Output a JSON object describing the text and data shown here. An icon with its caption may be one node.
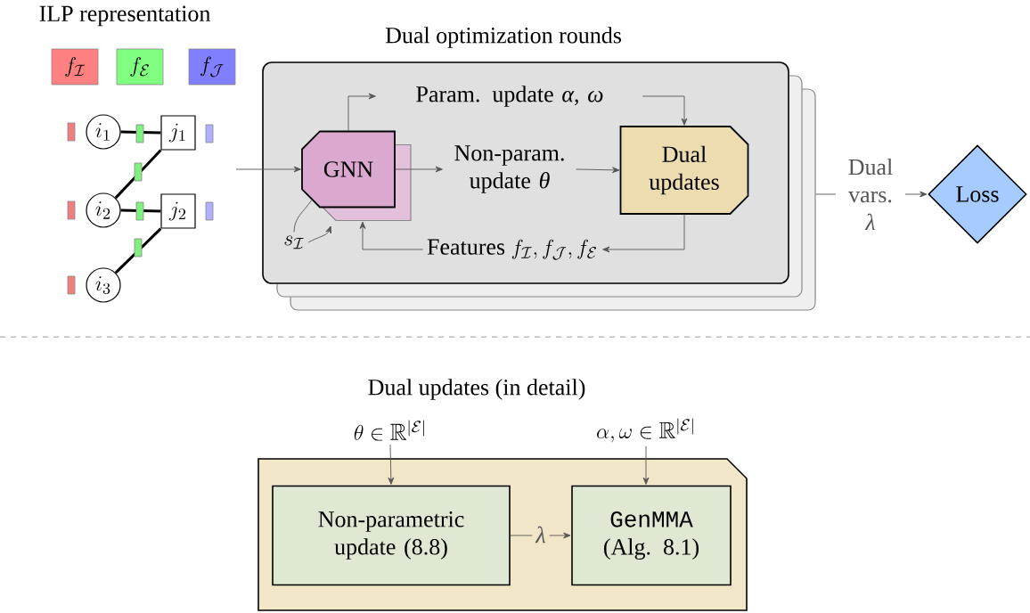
{
  "diagram": {
    "nodes": [
      {
        "text": [
          "f_{\\mathcal{I}}"
        ]
      },
      {
        "text": [
          "f_{\\mathcal{E}}"
        ]
      },
      {
        "text": [
          "f_{\\mathcal{J}}"
        ]
      },
      {
        "text": [
          "i_1"
        ]
      },
      {
        "text": [
          "j_1"
        ]
      },
      {
        "text": [
          "i_2"
        ]
      },
      {
        "text": [
          "j_2"
        ]
      },
      {
        "text": [
          "i_3"
        ]
      },
      {
        "text": [
          "Dual optimization rounds"
        ]
      },
      {
        "text": [
          "GNN"
        ],
        "in": 8
      },
      {
        "text": [
          "Param. update *α*, *ω*"
        ],
        "in": 8
      },
      {
        "text": [
          "Non-param. update *θ*"
        ],
        "in": 8
      },
      {
        "text": [
          "Dual updates"
        ],
        "in": 8
      },
      {
        "text": [
          "Features",
          "f_{\\mathcal{I}}, f_{\\mathcal{J}}, f_{\\mathcal{E}}"
        ],
        "in": 8
      },
      {
        "text": [
          "s_{\\mathcal{I}}"
        ],
        "in": 8
      },
      {
        "text": [
          "Loss"
        ]
      },
      {
        "text": [
          "Dual updates (in detail)"
        ]
      },
      {
        "text": [
          "\\theta \\in \\mathbb{R}^{|\\mathcal{E}|}"
        ]
      },
      {
        "text": [
          "\\alpha, \\omega \\in \\mathbb{R}^{|\\mathcal{E}|}"
        ]
      },
      {
        "text": [
          "Non-parametric update (8.8)"
        ],
        "in": 16
      },
      {
        "text": [
          "GenMMA",
          "(Alg. 8.1)"
        ],
        "in": 16
      }
    ],
    "edges": [
      {
        "from": null,
        "to": 9,
        "arrow": "to"
      },
      {
        "from": 3,
        "to": 4,
        "arrow": "none",
        "style": "thick",
        "color": "#000000"
      },
      {
        "from": 5,
        "to": 4,
        "arrow": "none",
        "style": "thick",
        "color": "#000000"
      },
      {
        "from": 5,
        "to": 6,
        "arrow": "none",
        "style": "thick",
        "color": "#000000"
      },
      {
        "from": 7,
        "to": 6,
        "arrow": "none",
        "style": "thick",
        "color": "#000000"
      },
      {
        "from": 9,
        "to": 10,
        "arrow": "to"
      },
      {
        "from": 10,
        "to": 12,
        "arrow": "to"
      },
      {
        "from": 9,
        "to": 11,
        "arrow": "to"
      },
      {
        "from": 11,
        "to": 12,
        "arrow": "to"
      },
      {
        "from": 12,
        "to": 13,
        "arrow": "to"
      },
      {
        "from": 13,
        "to": 9,
        "arrow": "to"
      },
      {
        "from": 9,
        "to": 14,
        "arrow": "none"
      },
      {
        "from": 14,
        "to": 9,
        "arrow": "to"
      },
      {
        "from": 8,
        "to": 15,
        "arrow": "to",
        "label": "Dual vars. *λ*"
      },
      {
        "from": 17,
        "to": 19,
        "arrow": "to"
      },
      {
        "from": 18,
        "to": 20,
        "arrow": "to"
      },
      {
        "from": 19,
        "to": 20,
        "arrow": "to",
        "label": "*λ*"
      }
    ],
    "labels": [
      "ILP representation"
    ]
  }
}
